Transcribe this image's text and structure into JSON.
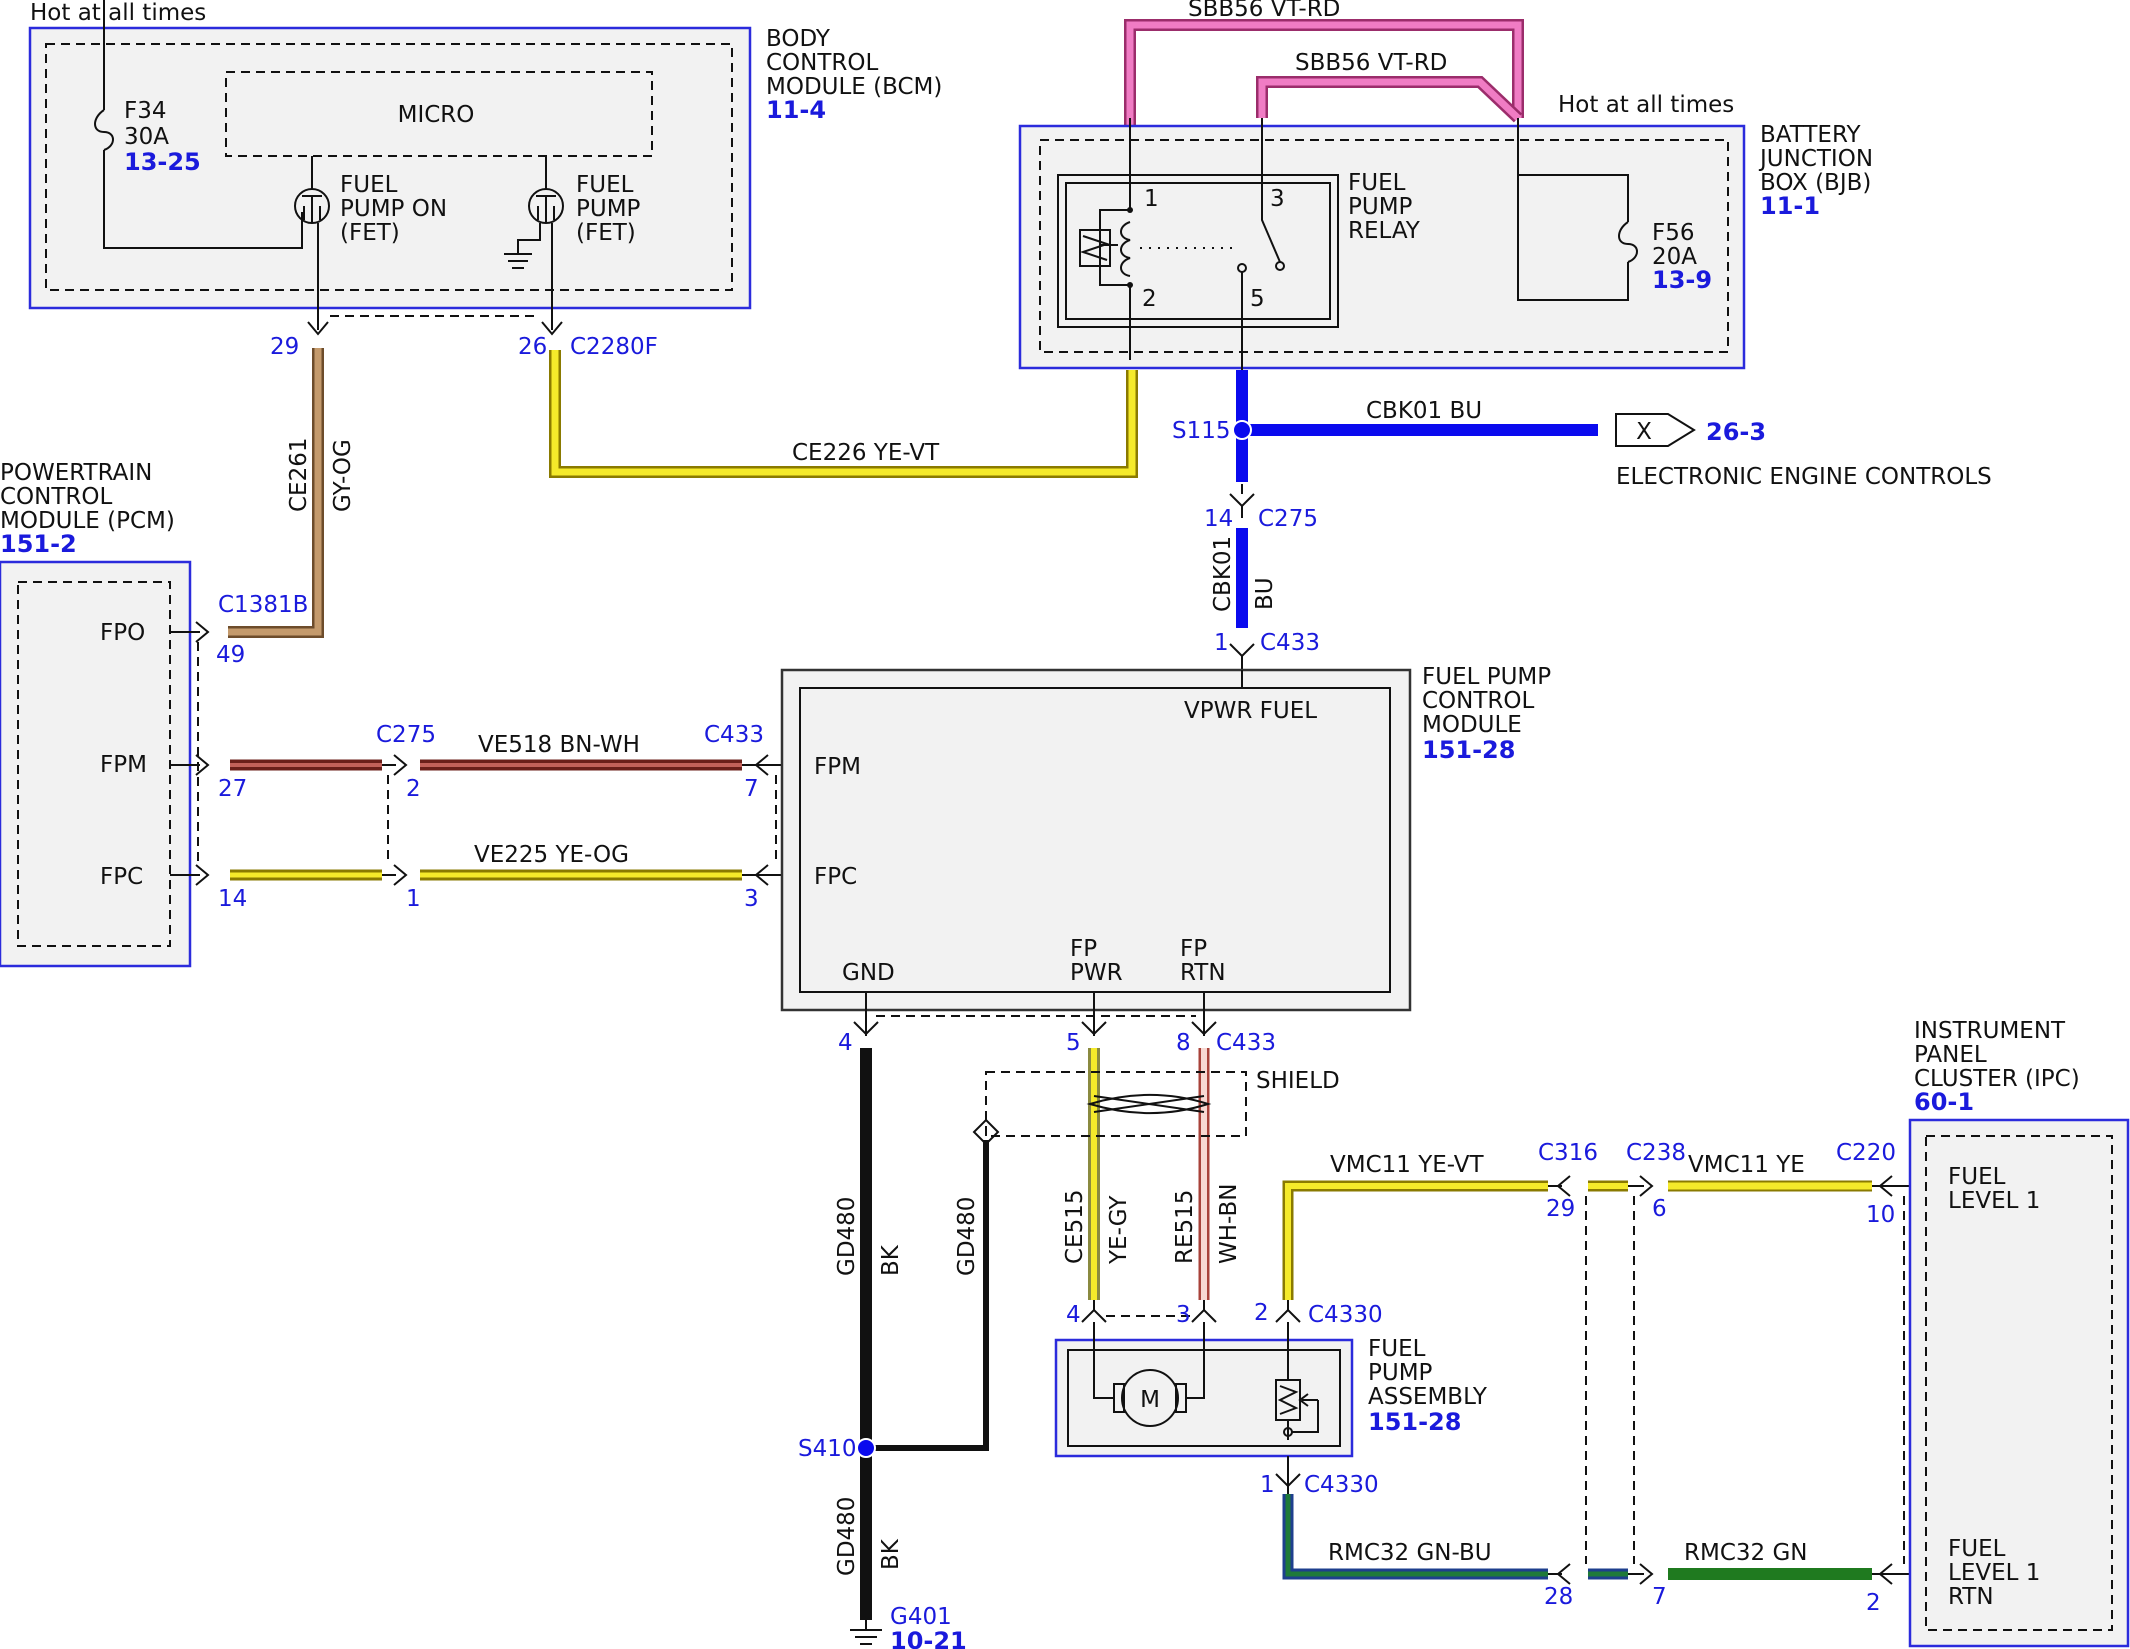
{
  "top_labels": {
    "hot_bcm": "Hot at all times",
    "hot_bjb": "Hot at all times",
    "sbb56_outer": "SBB56  VT-RD",
    "sbb56_inner": "SBB56  VT-RD"
  },
  "bcm": {
    "name_lines": [
      "BODY",
      "CONTROL",
      "MODULE (BCM)"
    ],
    "ref": "11-4",
    "micro": "MICRO",
    "fuse_id": "F34",
    "fuse_amp": "30A",
    "fuse_ref": "13-25",
    "fet1_lines": [
      "FUEL",
      "PUMP ON",
      "(FET)"
    ],
    "fet2_lines": [
      "FUEL",
      "PUMP",
      "(FET)"
    ],
    "pin_29": "29",
    "pin_26": "26",
    "connector": "C2280F"
  },
  "bjb": {
    "name_lines": [
      "BATTERY",
      "JUNCTION",
      "BOX (BJB)"
    ],
    "ref": "11-1",
    "relay_lines": [
      "FUEL",
      "PUMP",
      "RELAY"
    ],
    "pin_1": "1",
    "pin_2": "2",
    "pin_3": "3",
    "pin_5": "5",
    "fuse_id": "F56",
    "fuse_amp": "20A",
    "fuse_ref": "13-9"
  },
  "wires": {
    "ce261_id": "CE261",
    "ce261_color": "GY-OG",
    "ce226": "CE226  YE-VT",
    "cbk01_h": "CBK01  BU",
    "cbk01_v_id": "CBK01",
    "cbk01_v_color": "BU",
    "ve518": "VE518  BN-WH",
    "ve225": "VE225  YE-OG",
    "gd480_a_id": "GD480",
    "gd480_a_color": "BK",
    "gd480_b_id": "GD480",
    "gd480_b_color": "BK",
    "gd480_shield": "GD480",
    "ce515_id": "CE515",
    "ce515_color": "YE-GY",
    "re515_id": "RE515",
    "re515_color": "WH-BN",
    "vmc11_a": "VMC11    YE-VT",
    "vmc11_b": "VMC11    YE",
    "rmc32_a": "RMC32    GN-BU",
    "rmc32_b": "RMC32    GN"
  },
  "splices": {
    "s115": "S115",
    "s410": "S410",
    "g401": "G401",
    "g401_ref": "10-21"
  },
  "eec": {
    "symbol": "X",
    "ref": "26-3",
    "label": "ELECTRONIC ENGINE CONTROLS"
  },
  "connectors": {
    "c275_top_pin": "14",
    "c275_top": "C275",
    "c433_top_pin": "1",
    "c433_top": "C433",
    "c1381b": "C1381B",
    "c1381b_pin": "49",
    "c275_mid": "C275",
    "c433_mid": "C433",
    "fpm_pins": {
      "pcm": "27",
      "c275": "2",
      "c433": "7"
    },
    "fpc_pins": {
      "pcm": "14",
      "c275": "1",
      "c433": "3"
    },
    "bottom_pins": {
      "gnd": "4",
      "pwr": "5",
      "rtn": "8"
    },
    "c433_bottom": "C433",
    "shield": "SHIELD",
    "fpa_pins": {
      "motor_a": "4",
      "motor_b": "3",
      "sender": "2",
      "sender_rtn": "1"
    },
    "c4330_top": "C4330",
    "c4330_bot": "C4330",
    "c316": "C316",
    "c316_pin_top": "29",
    "c316_pin_bot": "28",
    "c238": "C238",
    "c238_pin_top": "6",
    "c238_pin_bot": "7",
    "c220": "C220",
    "c220_pin_top": "10",
    "c220_pin_bot": "2"
  },
  "pcm": {
    "name_lines": [
      "POWERTRAIN",
      "CONTROL",
      "MODULE (PCM)"
    ],
    "ref": "151-2",
    "fpo": "FPO",
    "fpm": "FPM",
    "fpc": "FPC"
  },
  "fpcm": {
    "name_lines": [
      "FUEL PUMP",
      "CONTROL",
      "MODULE"
    ],
    "ref": "151-28",
    "vpwr": "VPWR FUEL",
    "fpm": "FPM",
    "fpc": "FPC",
    "gnd": "GND",
    "fp_pwr_lines": [
      "FP",
      "PWR"
    ],
    "fp_rtn_lines": [
      "FP",
      "RTN"
    ]
  },
  "fpa": {
    "name_lines": [
      "FUEL",
      "PUMP",
      "ASSEMBLY"
    ],
    "ref": "151-28",
    "motor": "M"
  },
  "ipc": {
    "name_lines": [
      "INSTRUMENT",
      "PANEL",
      "CLUSTER (IPC)"
    ],
    "ref": "60-1",
    "fl1_lines": [
      "FUEL",
      "LEVEL 1"
    ],
    "fl1rtn_lines": [
      "FUEL",
      "LEVEL 1",
      "RTN"
    ]
  },
  "colors": {
    "module_outline": "#2b2bdc",
    "label_blue": "#1a1adc",
    "BU": "#0a0aee",
    "YE": "#f3e600",
    "VT_RD": "#e04aa8",
    "GY_OG": "#b8895a",
    "BN_WH": "#a8423a",
    "GN": "#1f7a1f",
    "GN_BU": "#1f6a4a",
    "BK": "#111111",
    "WH_BN": "#e8b0a8"
  }
}
